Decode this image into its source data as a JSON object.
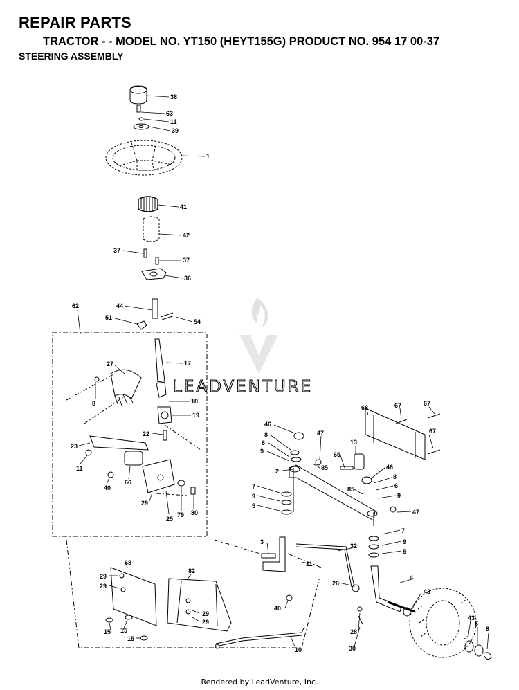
{
  "header": {
    "title": "REPAIR PARTS",
    "subtitle": "TRACTOR - - MODEL NO. YT150 (HEYT155G) PRODUCT NO. 954 17 00-37",
    "section": "STEERING ASSEMBLY"
  },
  "watermark": {
    "text": "LEADVENTURE"
  },
  "footer": {
    "text": "Rendered by LeadVenture, Inc."
  },
  "part_labels": [
    "38",
    "63",
    "11",
    "39",
    "1",
    "41",
    "42",
    "37",
    "37",
    "36",
    "62",
    "44",
    "51",
    "54",
    "17",
    "27",
    "8",
    "18",
    "19",
    "22",
    "23",
    "11",
    "40",
    "66",
    "29",
    "25",
    "79",
    "80",
    "46",
    "8",
    "6",
    "9",
    "47",
    "2",
    "85",
    "65",
    "13",
    "68",
    "67",
    "67",
    "67",
    "46",
    "8",
    "6",
    "9",
    "85",
    "7",
    "9",
    "5",
    "47",
    "7",
    "9",
    "5",
    "3",
    "32",
    "11",
    "26",
    "4",
    "43",
    "68",
    "29",
    "29",
    "82",
    "40",
    "29",
    "29",
    "15",
    "15",
    "15",
    "28",
    "30",
    "10",
    "43",
    "6",
    "8"
  ]
}
